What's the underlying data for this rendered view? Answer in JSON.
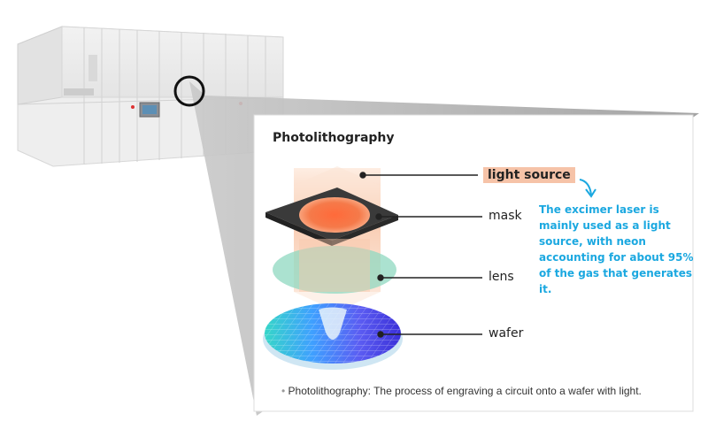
{
  "diagram": {
    "title": "Photolithography",
    "labels": {
      "light_source": "light source",
      "mask": "mask",
      "lens": "lens",
      "wafer": "wafer"
    },
    "note": "The excimer laser is mainly used as a light source, with neon accounting for about 95% of the gas that generates it.",
    "footnote_bullet": "•",
    "footnote": "Photolithography: The process of engraving a circuit onto a wafer with light.",
    "colors": {
      "highlight": "#f6c3a8",
      "note_text": "#1ba8e0",
      "light_beam": "#f4a07a",
      "mask": "#333333",
      "lens": "#8fd8c0"
    }
  }
}
